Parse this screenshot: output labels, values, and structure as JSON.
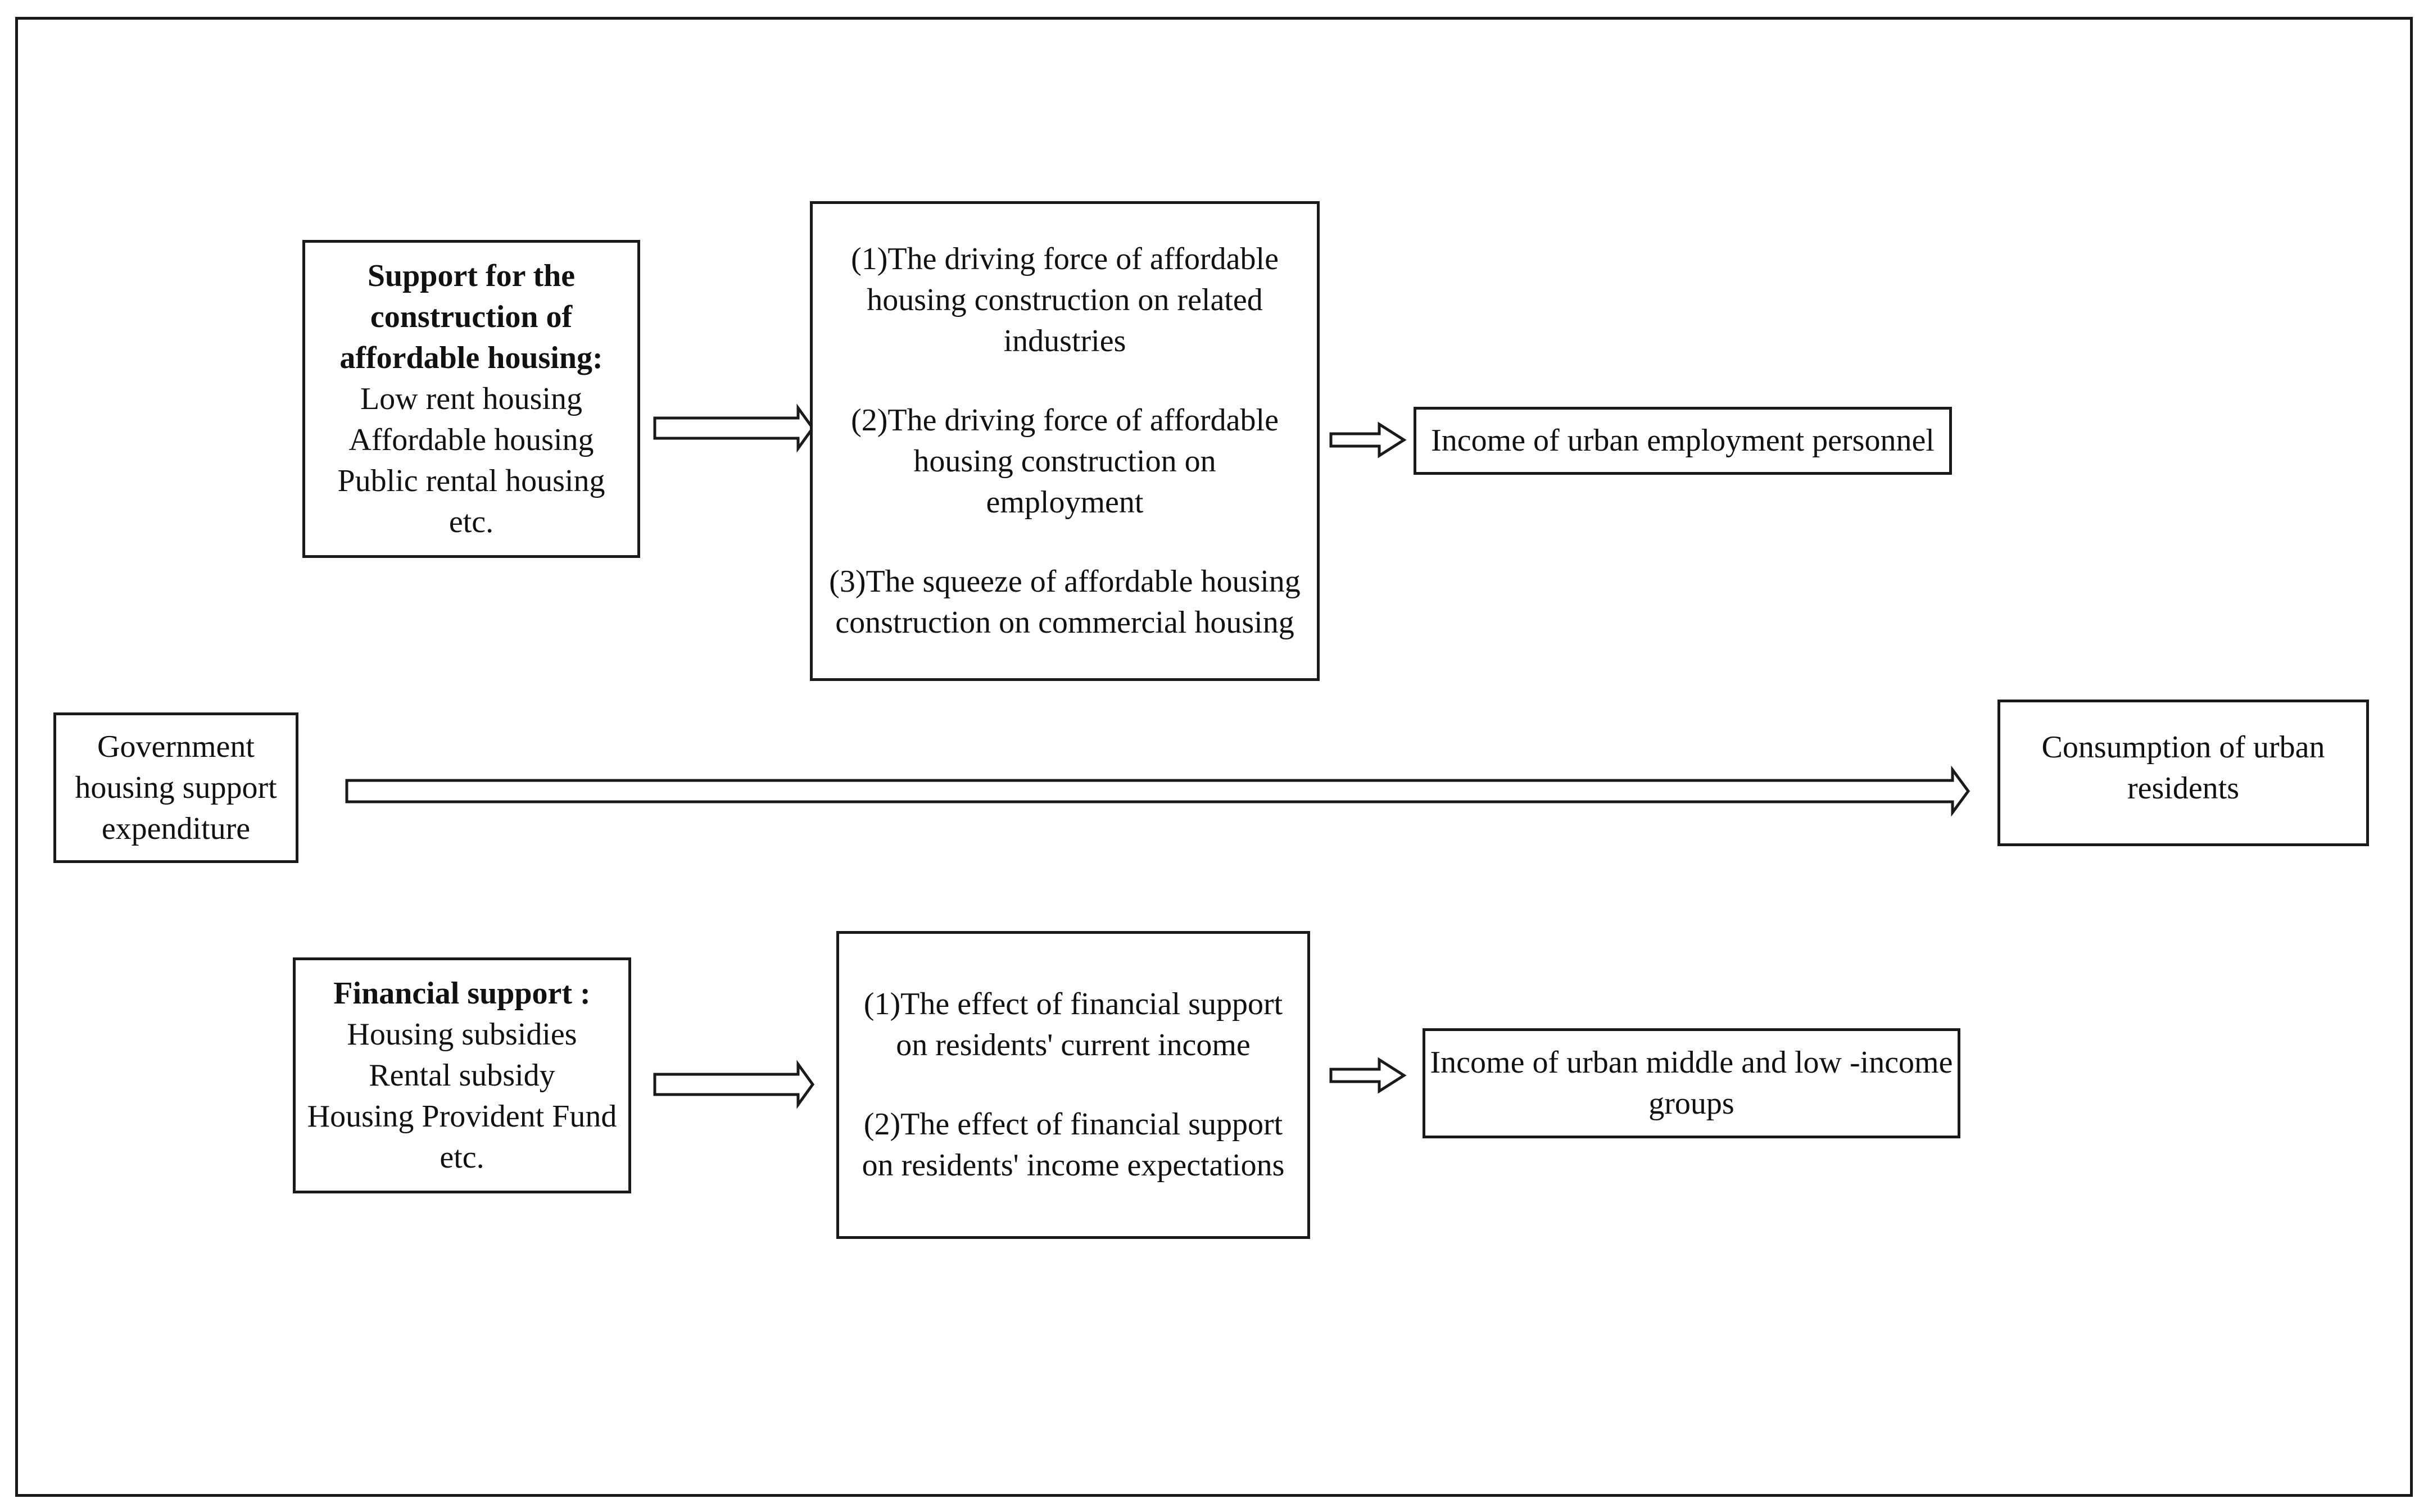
{
  "diagram": {
    "source": {
      "lines": [
        "Government",
        "housing support",
        "expenditure"
      ]
    },
    "target": {
      "lines": [
        "Consumption of urban",
        "residents"
      ]
    },
    "construction": {
      "title_lines": [
        "Support for the",
        "construction of",
        "affordable housing:"
      ],
      "items": [
        "Low rent housing",
        "Affordable housing",
        "Public rental housing",
        "etc."
      ]
    },
    "construction_effects": {
      "groups": [
        [
          "(1)The driving force of affordable",
          "housing construction on related",
          "industries"
        ],
        [
          "(2)The driving force of affordable",
          "housing construction on",
          "employment"
        ],
        [
          "(3)The squeeze of affordable housing",
          "construction on commercial housing"
        ]
      ]
    },
    "construction_outcome": {
      "lines": [
        "Income of urban employment personnel"
      ]
    },
    "financial": {
      "title_lines": [
        "Financial support :"
      ],
      "items": [
        "Housing subsidies",
        "Rental subsidy",
        "Housing Provident Fund",
        "etc."
      ]
    },
    "financial_effects": {
      "groups": [
        [
          "(1)The effect of financial support",
          "on residents' current income"
        ],
        [
          "(2)The effect of financial support",
          "on residents' income expectations"
        ]
      ]
    },
    "financial_outcome": {
      "lines": [
        "Income of urban middle and low -income",
        "groups"
      ]
    },
    "style": {
      "line_color": "#1a1a1a",
      "arrow_fill": "#ffffff"
    }
  }
}
